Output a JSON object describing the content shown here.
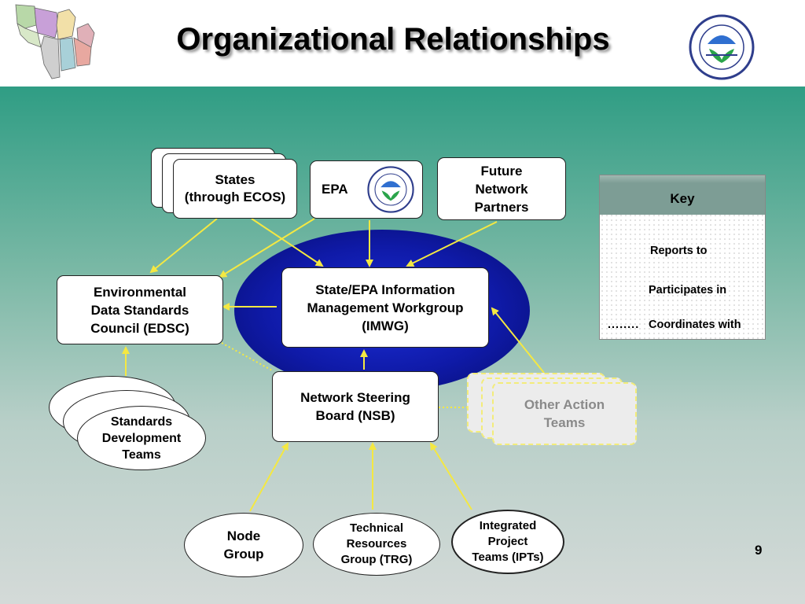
{
  "title": "Organizational Relationships",
  "colors": {
    "arrow": "#f4e842",
    "oval_center": "#1c2fd8",
    "panel_top": "#2f9d84",
    "panel_bottom": "#d4dad8",
    "key_header": "#7d9d95"
  },
  "icons": {
    "header_left": "great-lakes-states-map-icon",
    "header_right": "epa-seal-icon",
    "epa_box": "epa-seal-icon"
  },
  "nodes": {
    "states": "States\n(through ECOS)",
    "epa": "EPA",
    "future": "Future\nNetwork\nPartners",
    "edsc": "Environmental\nData Standards\nCouncil (EDSC)",
    "imwg": "State/EPA Information\nManagement Workgroup\n(IMWG)",
    "nsb": "Network Steering\nBoard (NSB)",
    "sdt": "Standards\nDevelopment\nTeams",
    "oat": "Other Action\nTeams",
    "node_group": "Node\nGroup",
    "trg": "Technical\nResources\nGroup (TRG)",
    "ipt": "Integrated\nProject\nTeams (IPTs)"
  },
  "key": {
    "title": "Key",
    "reports_to": "Reports to",
    "participates_in": "Participates in",
    "coordinates_with": "Coordinates with"
  },
  "page_number": "9"
}
